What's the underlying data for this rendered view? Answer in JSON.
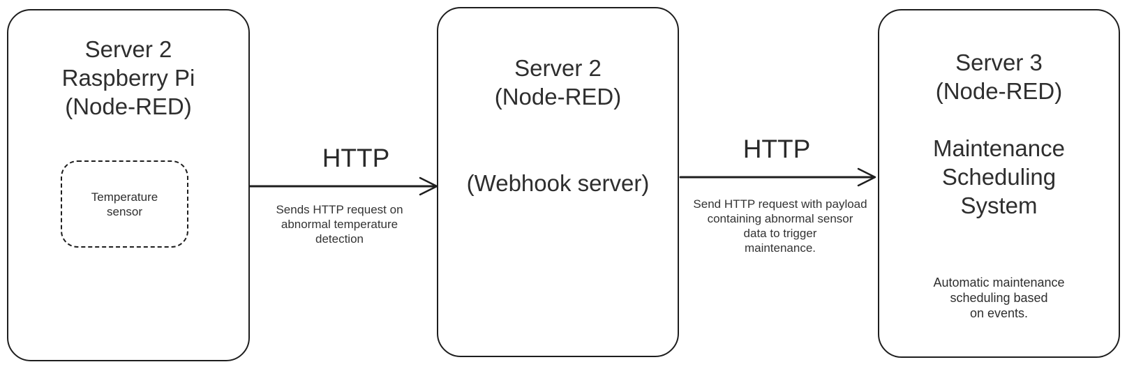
{
  "diagram": {
    "colors": {
      "stroke": "#1e1e1e",
      "text": "#2e2e2e",
      "background": "#ffffff"
    },
    "nodes": {
      "left": {
        "title": "Server 2\nRaspberry Pi\n(Node-RED)",
        "sensor_label": "Temperature\nsensor"
      },
      "middle": {
        "title": "Server 2\n(Node-RED)",
        "subtitle": "(Webhook server)"
      },
      "right": {
        "title": "Server 3\n(Node-RED)",
        "subtitle": "Maintenance\nScheduling\nSystem",
        "note": "Automatic maintenance\nscheduling based\non events."
      }
    },
    "edges": {
      "edge1": {
        "label": "HTTP",
        "description": "Sends HTTP request on\nabnormal temperature\ndetection"
      },
      "edge2": {
        "label": "HTTP",
        "description": "Send HTTP request with payload\ncontaining abnormal sensor\ndata to trigger\nmaintenance."
      }
    }
  }
}
